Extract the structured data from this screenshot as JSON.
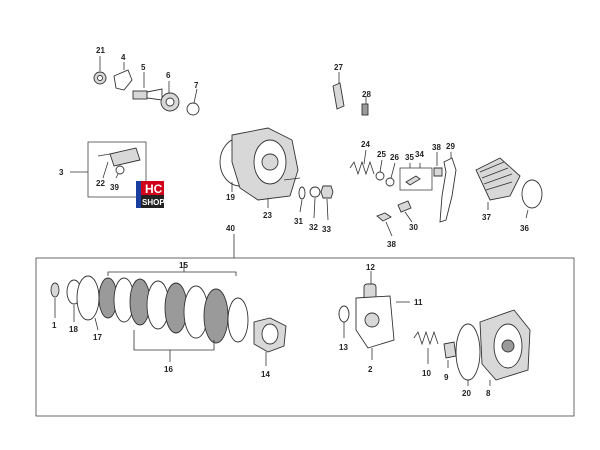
{
  "diagram": {
    "callouts": [
      {
        "id": "c21",
        "text": "21"
      },
      {
        "id": "c4",
        "text": "4"
      },
      {
        "id": "c5",
        "text": "5"
      },
      {
        "id": "c6",
        "text": "6"
      },
      {
        "id": "c7",
        "text": "7"
      },
      {
        "id": "c27",
        "text": "27"
      },
      {
        "id": "c28",
        "text": "28"
      },
      {
        "id": "c3",
        "text": "3"
      },
      {
        "id": "c22",
        "text": "22"
      },
      {
        "id": "c39",
        "text": "39"
      },
      {
        "id": "c19",
        "text": "19"
      },
      {
        "id": "c23",
        "text": "23"
      },
      {
        "id": "c31",
        "text": "31"
      },
      {
        "id": "c32",
        "text": "32"
      },
      {
        "id": "c33",
        "text": "33"
      },
      {
        "id": "c24",
        "text": "24"
      },
      {
        "id": "c25",
        "text": "25"
      },
      {
        "id": "c26",
        "text": "26"
      },
      {
        "id": "c35",
        "text": "35"
      },
      {
        "id": "c34",
        "text": "34"
      },
      {
        "id": "c38a",
        "text": "38"
      },
      {
        "id": "c29",
        "text": "29"
      },
      {
        "id": "c30",
        "text": "30"
      },
      {
        "id": "c38b",
        "text": "38"
      },
      {
        "id": "c37",
        "text": "37"
      },
      {
        "id": "c36",
        "text": "36"
      },
      {
        "id": "c40",
        "text": "40"
      },
      {
        "id": "c15",
        "text": "15"
      },
      {
        "id": "c1",
        "text": "1"
      },
      {
        "id": "c18",
        "text": "18"
      },
      {
        "id": "c17",
        "text": "17"
      },
      {
        "id": "c16",
        "text": "16"
      },
      {
        "id": "c14",
        "text": "14"
      },
      {
        "id": "c12",
        "text": "12"
      },
      {
        "id": "c11",
        "text": "11"
      },
      {
        "id": "c13",
        "text": "13"
      },
      {
        "id": "c2",
        "text": "2"
      },
      {
        "id": "c10",
        "text": "10"
      },
      {
        "id": "c9",
        "text": "9"
      },
      {
        "id": "c20",
        "text": "20"
      },
      {
        "id": "c8",
        "text": "8"
      }
    ]
  },
  "logo": {
    "line1": "HC",
    "line2": "SHOP",
    "color_red": "#d0021b",
    "color_blue": "#1b3fa0"
  }
}
